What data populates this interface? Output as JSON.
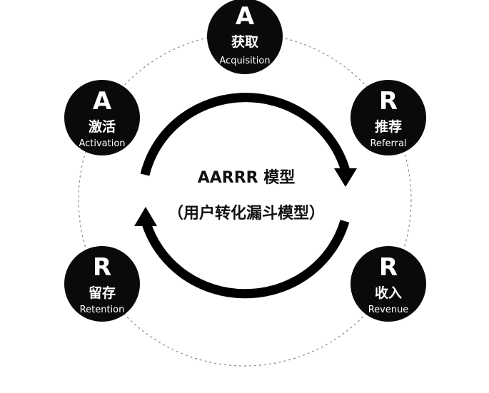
{
  "title": "AARRR 模型",
  "subtitle": "（用户转化漏斗模型）",
  "colors": {
    "node_fill": "#0a0a0a",
    "node_text": "#ffffff",
    "arrow": "#000000",
    "dashed_ring": "#888888",
    "title_text": "#111111"
  },
  "stages": [
    {
      "letter": "A",
      "zh": "获取",
      "en": "Acquisition"
    },
    {
      "letter": "R",
      "zh": "推荐",
      "en": "Referral"
    },
    {
      "letter": "R",
      "zh": "收入",
      "en": "Revenue"
    },
    {
      "letter": "R",
      "zh": "留存",
      "en": "Retention"
    },
    {
      "letter": "A",
      "zh": "激活",
      "en": "Activation"
    }
  ]
}
